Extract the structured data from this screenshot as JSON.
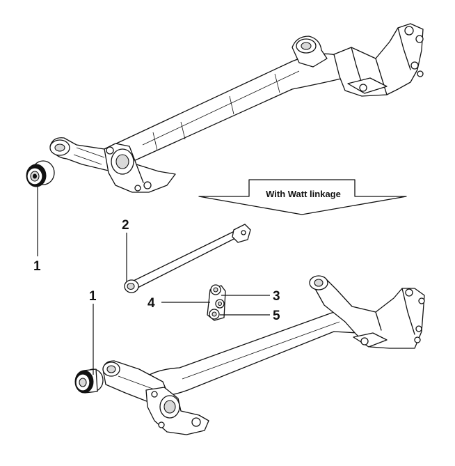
{
  "banner": {
    "label": "With Watt linkage"
  },
  "callouts": {
    "upper_bushing": "1",
    "lower_bushing": "1",
    "panhard_rod": "2",
    "link_upper_bolt": "3",
    "link_pivot": "4",
    "link_lower_bolt": "5"
  },
  "colors": {
    "line": "#111111",
    "background": "#ffffff",
    "shade": "#d9d9d9"
  }
}
